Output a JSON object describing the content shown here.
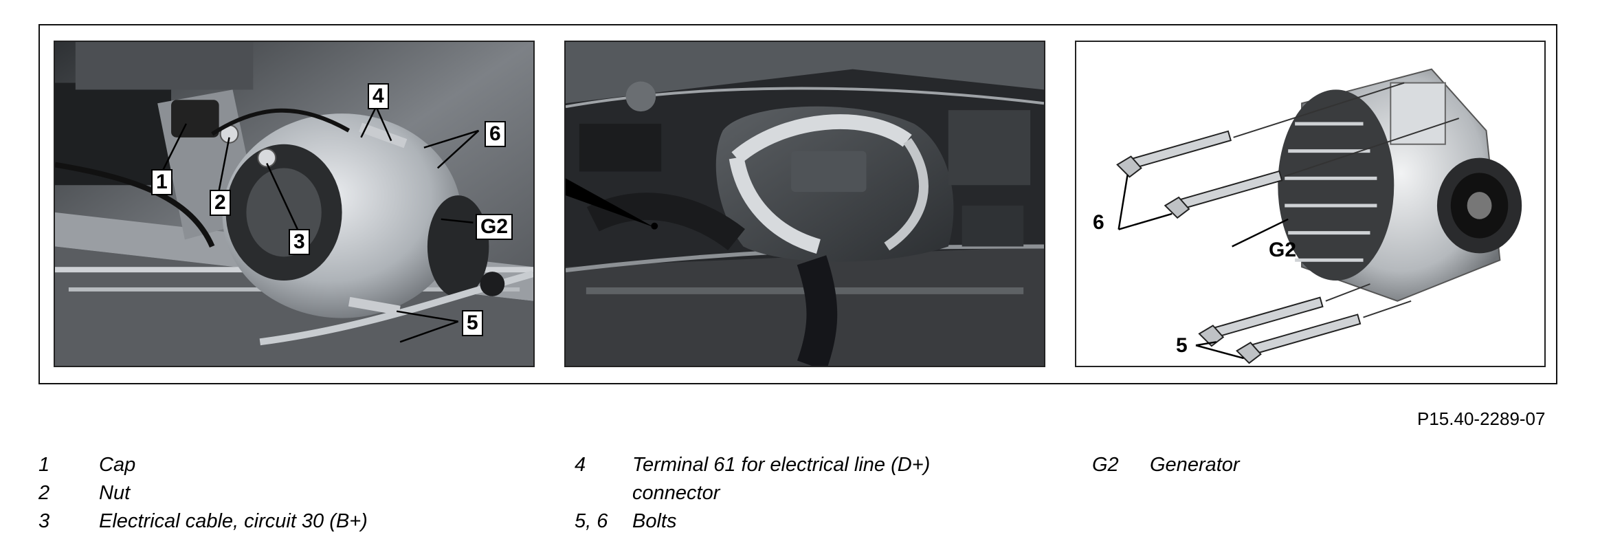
{
  "figure": {
    "left_panel": {
      "callouts": {
        "c1": "1",
        "c2": "2",
        "c3": "3",
        "c4": "4",
        "c5": "5",
        "c6": "6",
        "g2": "G2"
      }
    },
    "right_panel": {
      "callouts": {
        "c6": "6",
        "c5": "5",
        "g2": "G2"
      }
    }
  },
  "reference_code": "P15.40-2289-07",
  "legend": {
    "col1": [
      {
        "key": "1",
        "value": "Cap"
      },
      {
        "key": "2",
        "value": "Nut"
      },
      {
        "key": "3",
        "value": "Electrical cable, circuit 30 (B+)"
      }
    ],
    "col2": [
      {
        "key": "4",
        "value": "Terminal 61 for electrical line (D+)"
      },
      {
        "key": "",
        "value": "connector"
      },
      {
        "key": "5, 6",
        "value": "Bolts"
      }
    ],
    "col3": [
      {
        "key": "G2",
        "value": "Generator"
      }
    ]
  }
}
